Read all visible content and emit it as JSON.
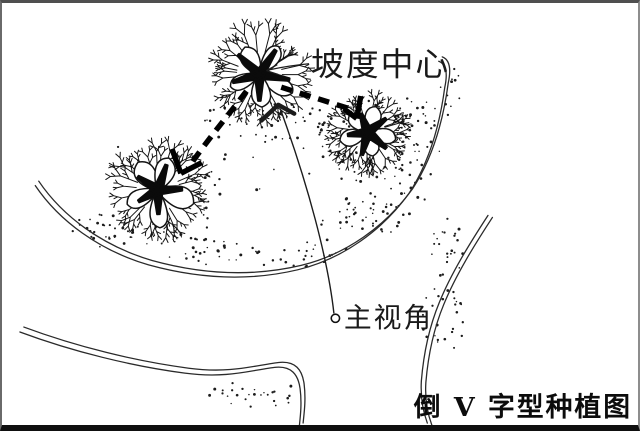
{
  "diagram": {
    "caption": "倒 V 字型种植图",
    "labels": {
      "slope_center": "坡度中心",
      "main_view": "主视角"
    },
    "tree_count": 3,
    "colors": {
      "ink": "#1a1a1a",
      "paper": "#ffffff",
      "frame_bottom": "#0f0f0f"
    }
  }
}
